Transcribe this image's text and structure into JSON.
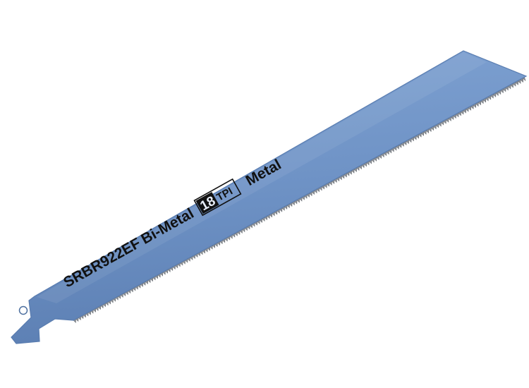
{
  "blade": {
    "model": "SRBR922EF",
    "material": "Bi-Metal",
    "tpi_number": "18",
    "tpi_unit": "TPI",
    "application": "Metal"
  },
  "colors": {
    "blade_body": "#6f93c6",
    "blade_edge": "#5a7db0",
    "teeth": "#8a8f96",
    "ink": "#111111",
    "background": "#ffffff"
  }
}
